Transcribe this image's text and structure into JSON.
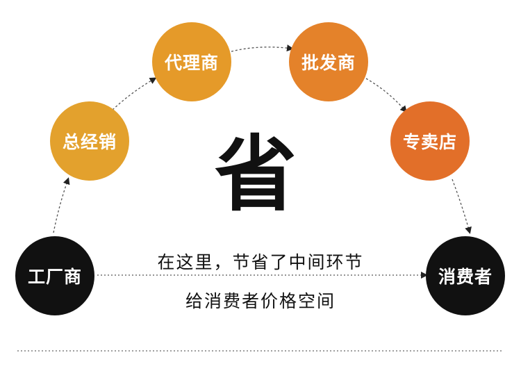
{
  "nodes": {
    "factory": {
      "label": "工厂商",
      "color": "#111111"
    },
    "general_distributor": {
      "label": "总经销",
      "color": "#e3a12d"
    },
    "agent": {
      "label": "代理商",
      "color": "#e59a29"
    },
    "wholesaler": {
      "label": "批发商",
      "color": "#e4822a"
    },
    "retailer": {
      "label": "专卖店",
      "color": "#e26f29"
    },
    "consumer": {
      "label": "消费者",
      "color": "#111111"
    }
  },
  "center_char": "省",
  "caption_line1": "在这里，节省了中间环节",
  "caption_line2": "给消费者价格空间"
}
